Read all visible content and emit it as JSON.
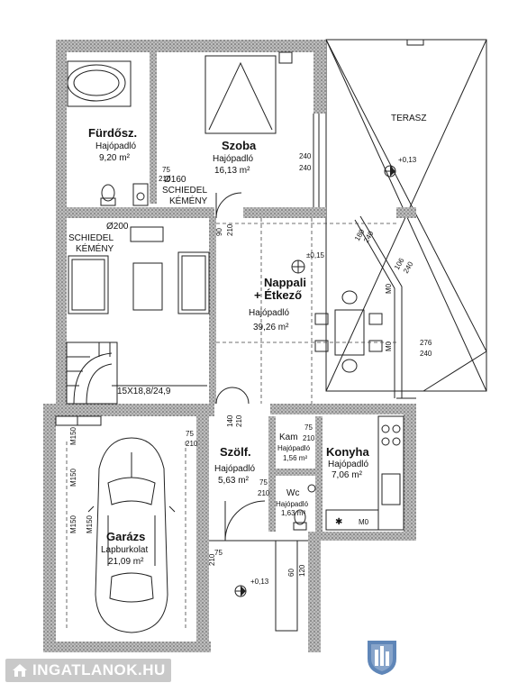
{
  "rooms": {
    "furdo": {
      "name": "Fürdősz.",
      "floor": "Hajópadló",
      "area": "9,20 m²"
    },
    "szoba": {
      "name": "Szoba",
      "floor": "Hajópadló",
      "area": "16,13 m²"
    },
    "nappali": {
      "name1": "Nappali",
      "name2": "+ Étkező",
      "floor": "Hajópadló",
      "area": "39,26 m²"
    },
    "szolf": {
      "name": "Szölf.",
      "floor": "Hajópadló",
      "area": "5,63 m²"
    },
    "kamra": {
      "name": "Kam",
      "floor": "Hajópadló",
      "area": "1,56 m²"
    },
    "konyha": {
      "name": "Konyha",
      "floor": "Hajópadló",
      "area": "7,06 m²"
    },
    "wc": {
      "name": "Wc",
      "floor": "Hajópadló",
      "area": "1,63 m²"
    },
    "garazs": {
      "name": "Garázs",
      "floor": "Lapburkolat",
      "area": "21,09 m²"
    },
    "terasz": {
      "name": "TERASZ"
    }
  },
  "labels": {
    "schiedel_1": "Ø160",
    "schiedel_1b": "SCHIEDEL",
    "kemeny_1": "KÉMÉNY",
    "schiedel_2": "Ø200",
    "schiedel_2b": "SCHIEDEL",
    "kemeny_2": "KÉMÉNY",
    "stairs": "15X18,8/24,9",
    "level_terrace": "+0,13",
    "level_entrance": "+0,13",
    "level_living": "±0,15"
  },
  "dimensions": {
    "d_75_1": "75",
    "d_210_1": "210",
    "d_240_a": "240",
    "d_240_b": "240",
    "d_90": "90",
    "d_210_2": "210",
    "d_180": "180",
    "d_240_c": "240",
    "d_106": "106",
    "d_240_d": "240",
    "d_276": "276",
    "d_240_e": "240",
    "d_m0_a": "M0",
    "d_m0_b": "M0",
    "d_140": "140",
    "d_210_3": "210",
    "d_75_2": "75",
    "d_210_4": "210",
    "d_75_3": "75",
    "d_210_5": "210",
    "d_75_4": "75",
    "d_210_6": "210",
    "d_m150_a": "M150",
    "d_m150_b": "M150",
    "d_m150_c": "M150",
    "d_m150_d": "M150",
    "d_75_5": "75",
    "d_210_7": "210",
    "d_60": "60",
    "d_120": "120",
    "d_m0_c": "M0"
  },
  "watermark": {
    "text": "INGATLANOK.HU"
  }
}
